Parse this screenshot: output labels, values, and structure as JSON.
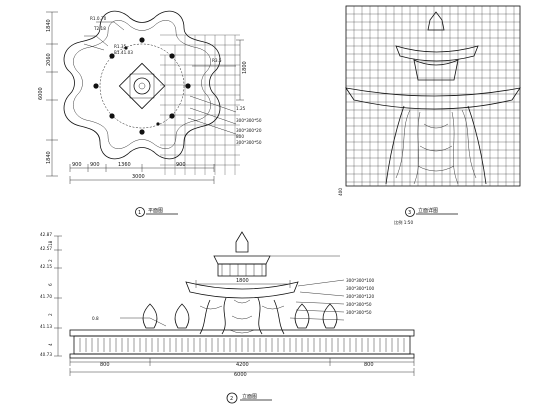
{
  "plan": {
    "top_labels": [
      "R1.0.70",
      "T2.18",
      "R1.35",
      "R1.41.03",
      "R3.5"
    ],
    "left_dims": [
      "1840",
      "2060",
      "6000",
      "1840"
    ],
    "bottom_dims": [
      "900",
      "900",
      "1360",
      "900"
    ],
    "bottom_total": "3000",
    "right_dim": "1800",
    "notes": [
      "1.25",
      "300*300*50",
      "300*300*20",
      "800",
      "300*300*50"
    ],
    "caption_num": "1",
    "caption_text": "平面图"
  },
  "elevation_right": {
    "caption_num": "3",
    "caption_text": "立面详图",
    "subcaption": "比例 1:50",
    "dim_label": "400"
  },
  "front": {
    "left_levels": [
      "42.87",
      "42.57",
      "42.15",
      "41.70",
      "41.13",
      "40.73"
    ],
    "left_dims": [
      "18",
      "2",
      "6",
      "2",
      "4"
    ],
    "top_dim": "1800",
    "left_note": "0.8",
    "notes": [
      "300*300*100",
      "300*300*100",
      "300*300*120",
      "300*300*50",
      "300*300*50"
    ],
    "bottom_dims": [
      "800",
      "4200",
      "800"
    ],
    "bottom_total": "6000",
    "caption_num": "2",
    "caption_text": "立面图"
  }
}
